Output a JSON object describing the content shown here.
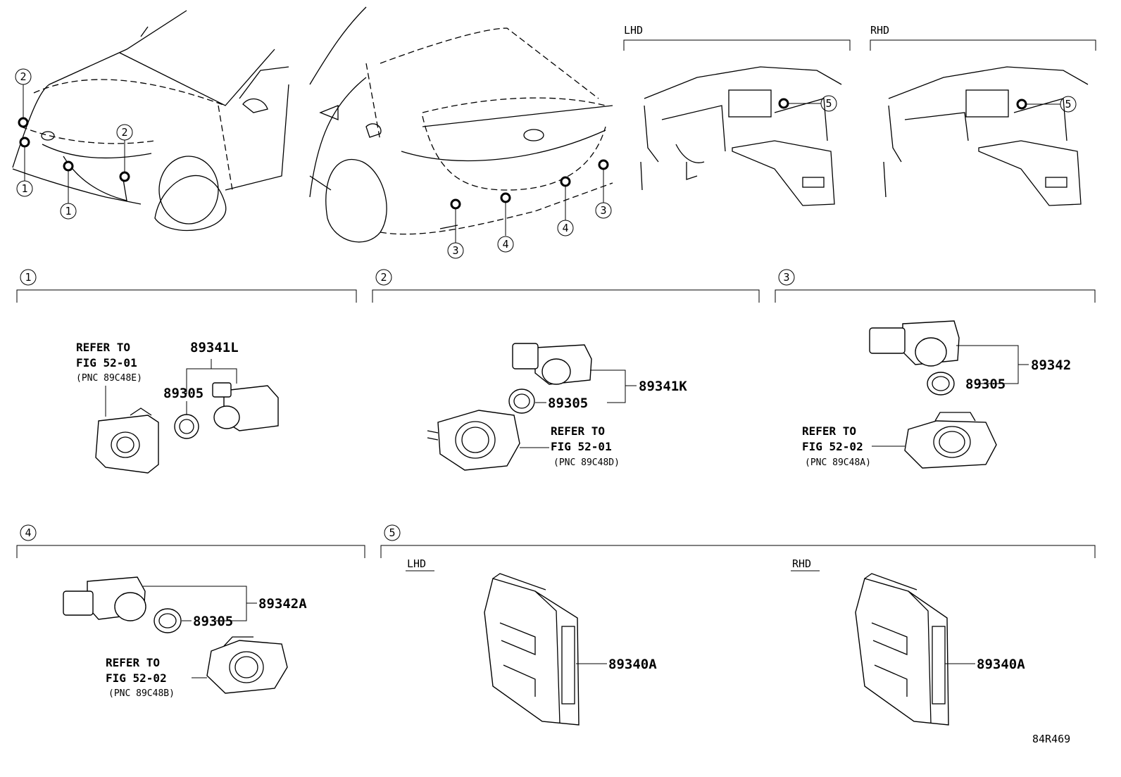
{
  "drawing_code": "84R469",
  "headers": {
    "lhd": "LHD",
    "rhd": "RHD"
  },
  "callouts": {
    "c1": "1",
    "c2": "2",
    "c3": "3",
    "c4": "4",
    "c5": "5"
  },
  "section1": {
    "refer": [
      "REFER TO",
      "FIG 52-01",
      "(PNC 89C48E)"
    ],
    "part_sensor": "89341L",
    "part_retainer": "89305"
  },
  "section2": {
    "refer": [
      "REFER TO",
      "FIG 52-01",
      "(PNC 89C48D)"
    ],
    "part_sensor": "89341K",
    "part_retainer": "89305"
  },
  "section3": {
    "refer": [
      "REFER TO",
      "FIG 52-02",
      "(PNC 89C48A)"
    ],
    "part_sensor": "89342",
    "part_retainer": "89305"
  },
  "section4": {
    "refer": [
      "REFER TO",
      "FIG 52-02",
      "(PNC 89C48B)"
    ],
    "part_sensor": "89342A",
    "part_retainer": "89305"
  },
  "section5": {
    "lhd_label": "LHD",
    "rhd_label": "RHD",
    "part_lhd": "89340A",
    "part_rhd": "89340A"
  },
  "icons": [
    "front-car-icon",
    "rear-car-icon",
    "dashboard-icon",
    "sensor-icon",
    "retainer-ring-icon",
    "bracket-icon",
    "ecu-module-icon"
  ]
}
